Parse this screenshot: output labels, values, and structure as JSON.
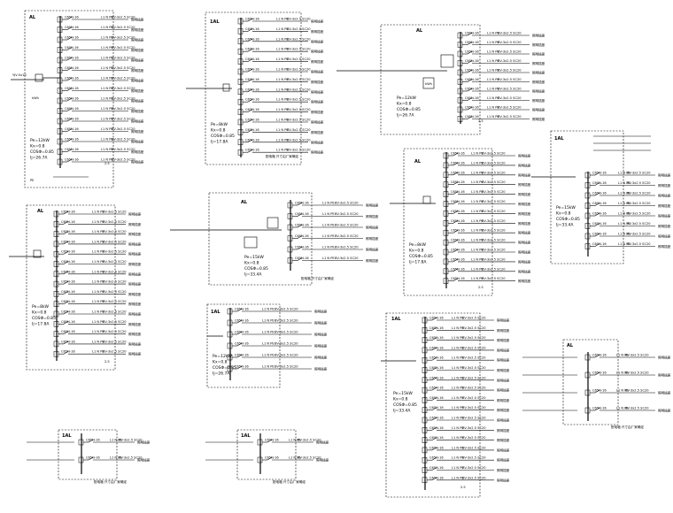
{
  "drawing": {
    "load_label": "照明插座",
    "panel_name": "AL",
    "panel_name_2": "1AL",
    "spare_label": "备用",
    "breaker_label": "C65N-16",
    "circuit_label": "L1 N PE",
    "cable_label": "BV-3x2.5 SC20",
    "meter_label": "kWh",
    "incoming_label": "YJV-5x10",
    "param_lines": [
      "Pe=12kW",
      "Kx=0.8",
      "COSΦ=0.85",
      "Ij=26.7A"
    ],
    "param_lines_2": [
      "Pe=8kW",
      "Kx=0.8",
      "COSΦ=0.85",
      "Ij=17.8A"
    ],
    "param_lines_3": [
      "Pe=15kW",
      "Kx=0.8",
      "COSΦ=0.85",
      "Ij=33.4A"
    ],
    "bottom_note": "配电箱 尺寸由厂家确定",
    "ground_label": "PE",
    "rating_label": "2.5"
  },
  "colors": {
    "line": "#000000",
    "bg": "#ffffff"
  }
}
